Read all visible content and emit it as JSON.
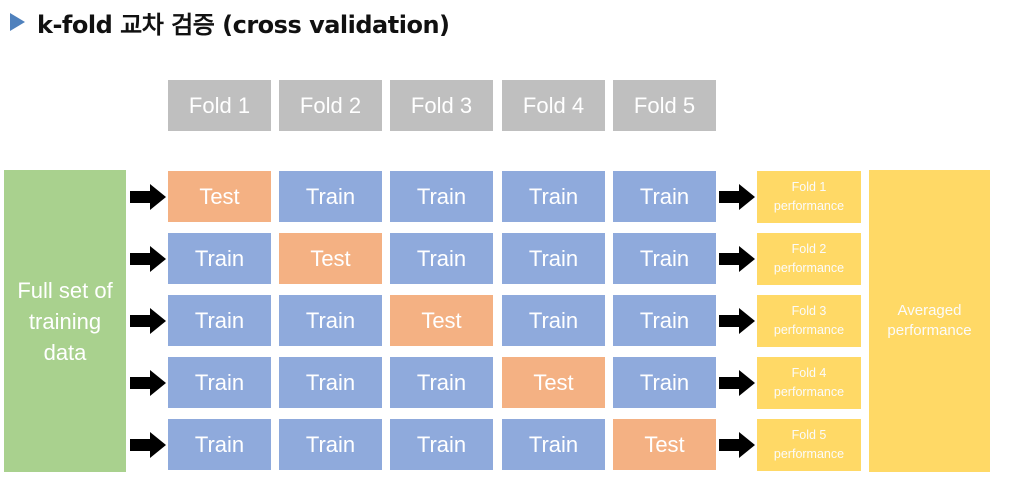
{
  "title": {
    "text": "k-fold 교차 검증 (cross validation)",
    "marker_color": "#4f81bd"
  },
  "fold_headers": [
    "Fold 1",
    "Fold 2",
    "Fold 3",
    "Fold 4",
    "Fold 5"
  ],
  "full_set_label": "Full set of training data",
  "rows": [
    {
      "cells": [
        "Test",
        "Train",
        "Train",
        "Train",
        "Train"
      ],
      "performance": "Fold 1 performance"
    },
    {
      "cells": [
        "Train",
        "Test",
        "Train",
        "Train",
        "Train"
      ],
      "performance": "Fold 2 performance"
    },
    {
      "cells": [
        "Train",
        "Train",
        "Test",
        "Train",
        "Train"
      ],
      "performance": "Fold 3 performance"
    },
    {
      "cells": [
        "Train",
        "Train",
        "Train",
        "Test",
        "Train"
      ],
      "performance": "Fold 4 performance"
    },
    {
      "cells": [
        "Train",
        "Train",
        "Train",
        "Train",
        "Test"
      ],
      "performance": "Fold 5 performance"
    }
  ],
  "averaged_label": "Averaged performance",
  "colors": {
    "fold_header": "#bfbfbf",
    "full_set": "#a9d18e",
    "train": "#8faadc",
    "test": "#f4b183",
    "performance": "#ffd966",
    "arrow": "#000000"
  }
}
